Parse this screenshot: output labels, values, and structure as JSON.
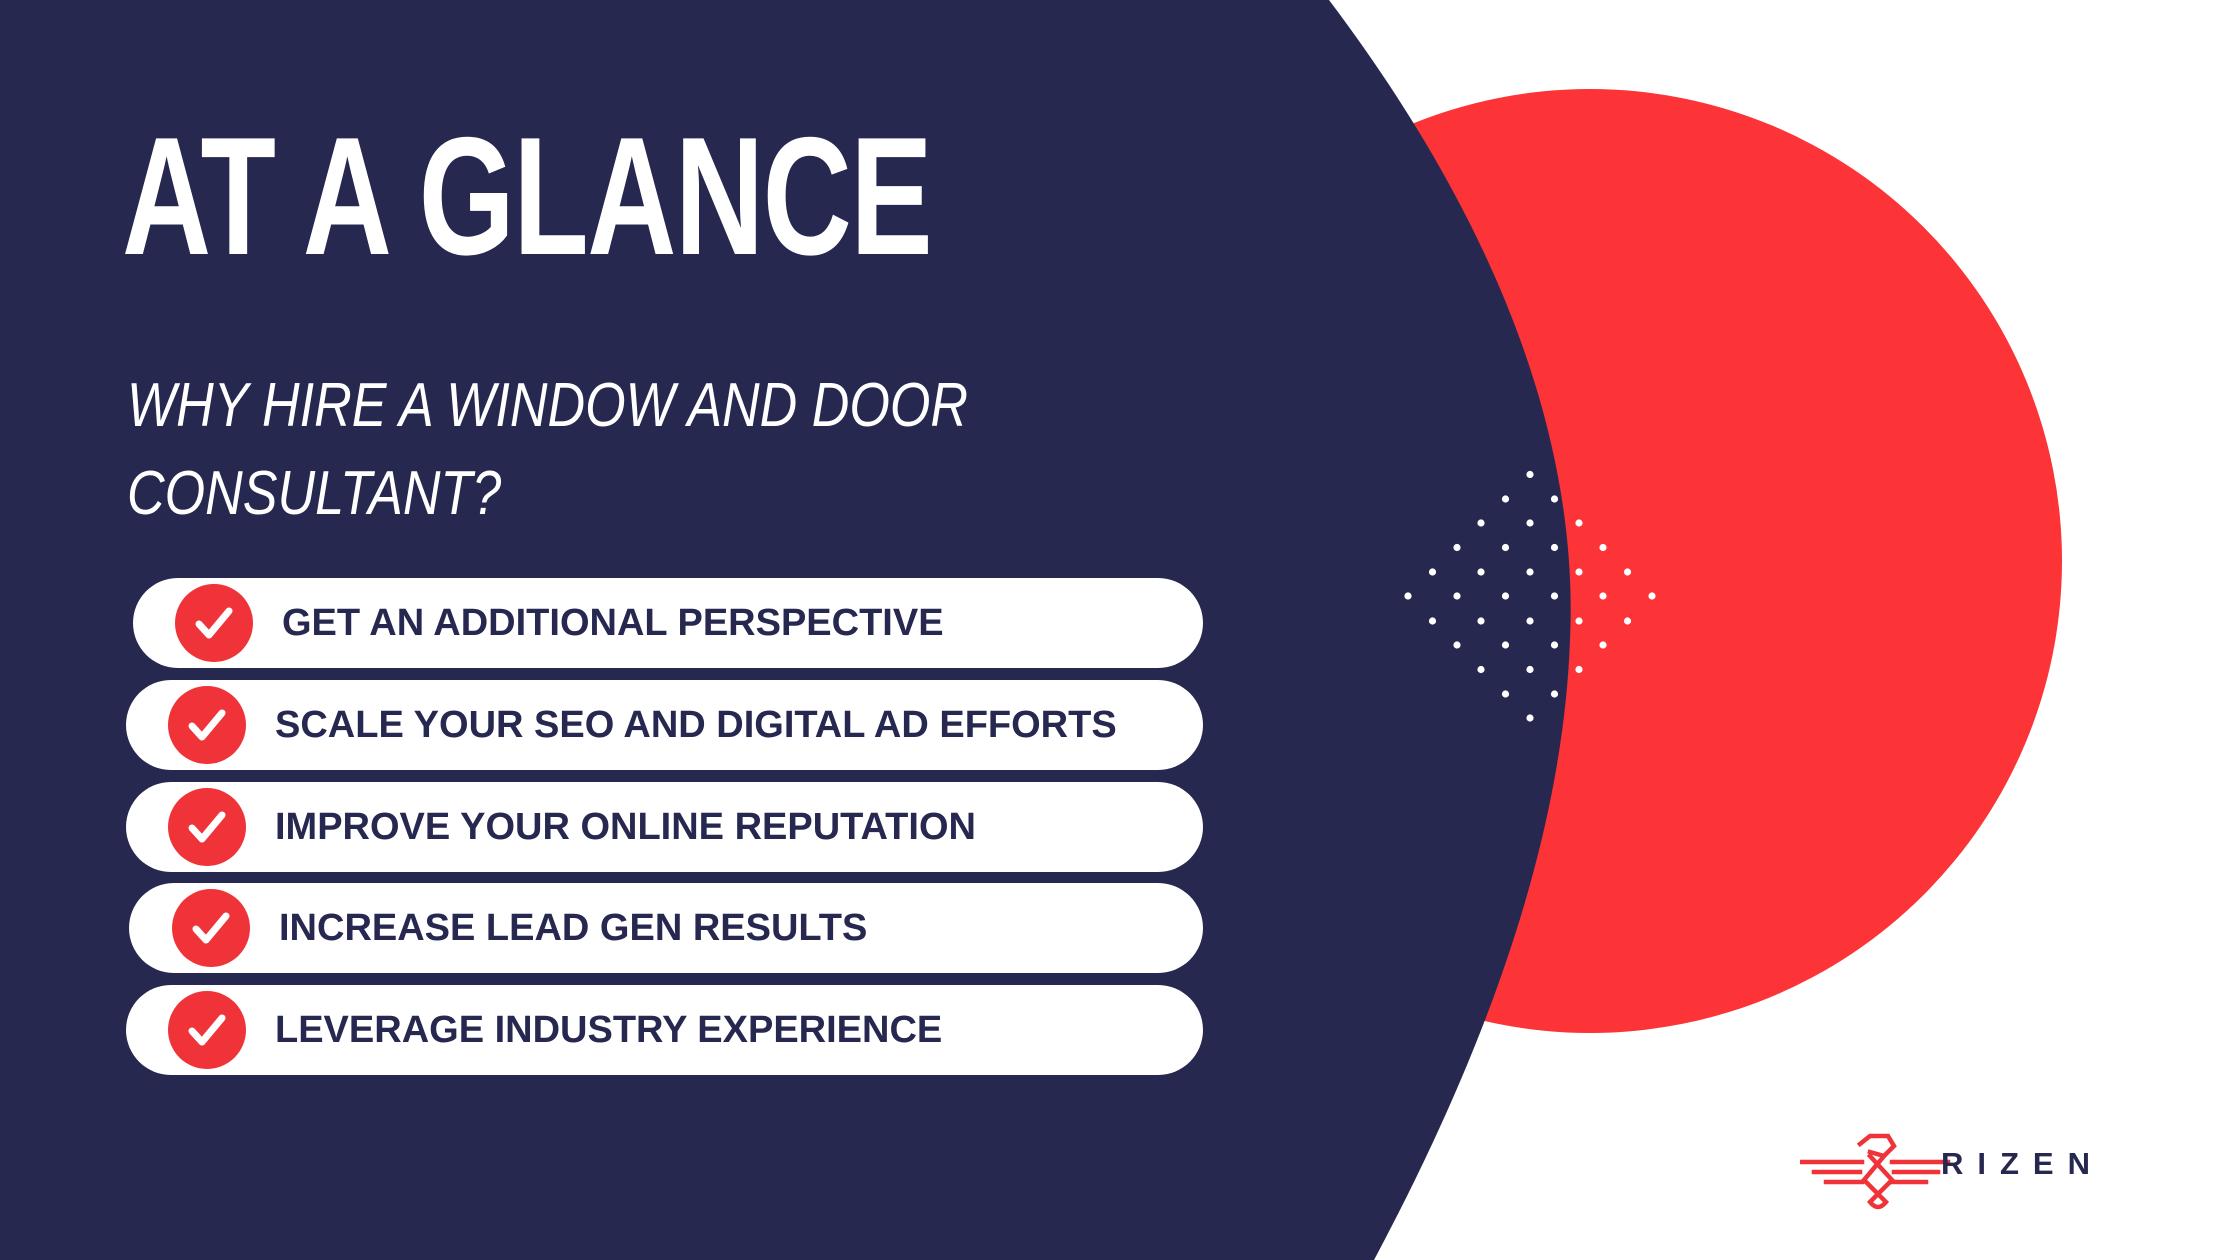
{
  "slide": {
    "title": "AT A GLANCE",
    "subtitle": "WHY HIRE A WINDOW AND DOOR CONSULTANT?",
    "items": [
      {
        "label": "GET AN ADDITIONAL PERSPECTIVE",
        "icon": "checkmark-circle-icon"
      },
      {
        "label": "SCALE YOUR SEO AND DIGITAL AD EFFORTS",
        "icon": "checkmark-circle-icon"
      },
      {
        "label": "IMPROVE YOUR ONLINE REPUTATION",
        "icon": "checkmark-circle-icon"
      },
      {
        "label": "INCREASE LEAD GEN RESULTS",
        "icon": "checkmark-circle-icon"
      },
      {
        "label": "LEVERAGE INDUSTRY EXPERIENCE",
        "icon": "checkmark-circle-icon"
      }
    ]
  },
  "brand": {
    "name": "RIZEN",
    "logo_icon": "eagle-logo-icon"
  },
  "colors": {
    "navy": "#262850",
    "red": "#fc3437",
    "check_red": "#ef3338",
    "white": "#ffffff"
  }
}
